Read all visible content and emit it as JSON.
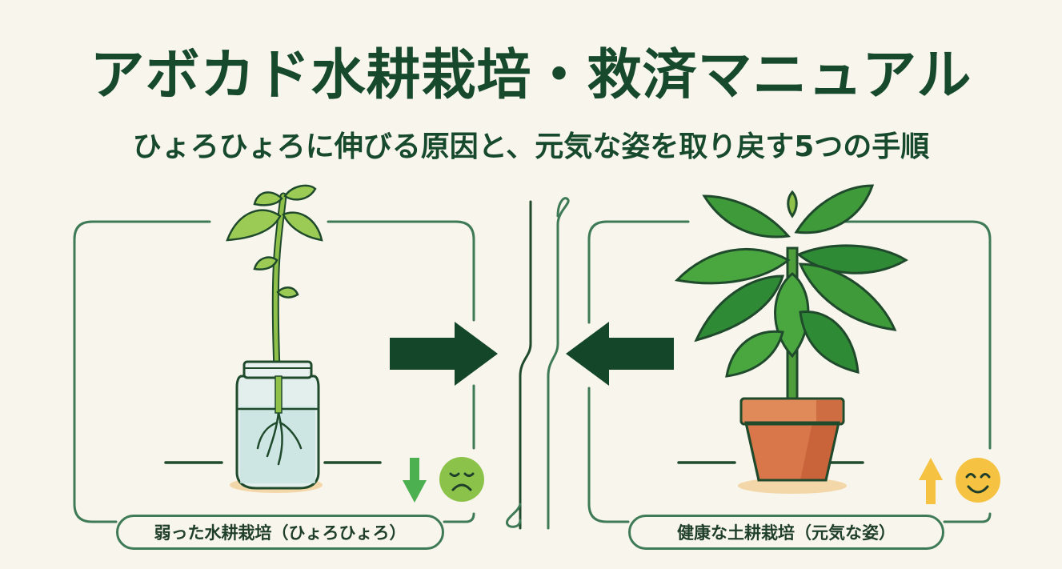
{
  "header": {
    "title": "アボカド水耕栽培・救済マニュアル",
    "subtitle": "ひょろひょろに伸びる原因と、元気な姿を取り戻す5つの手順"
  },
  "panels": {
    "left": {
      "label": "弱った水耕栽培（ひょろひょろ）",
      "illustration": "sapling-in-water-jar",
      "indicator_arrow": "down",
      "indicator_face": "sad",
      "arrow_color": "#4caf50",
      "face_color": "#8bc34a"
    },
    "right": {
      "label": "健康な土耕栽培（元気な姿）",
      "illustration": "bushy-plant-in-terracotta-pot",
      "indicator_arrow": "up",
      "indicator_face": "happy",
      "arrow_color": "#f5c242",
      "face_color": "#f5c242"
    }
  },
  "center": {
    "left_arrow_direction": "right",
    "right_arrow_direction": "left",
    "divider": "double-wavy-line"
  },
  "colors": {
    "background": "#f8f5ec",
    "title": "#174a2c",
    "frame": "#3e7a55",
    "arrow": "#14472a",
    "pot": "#d9774a",
    "leaf": "#3f9a3a"
  }
}
